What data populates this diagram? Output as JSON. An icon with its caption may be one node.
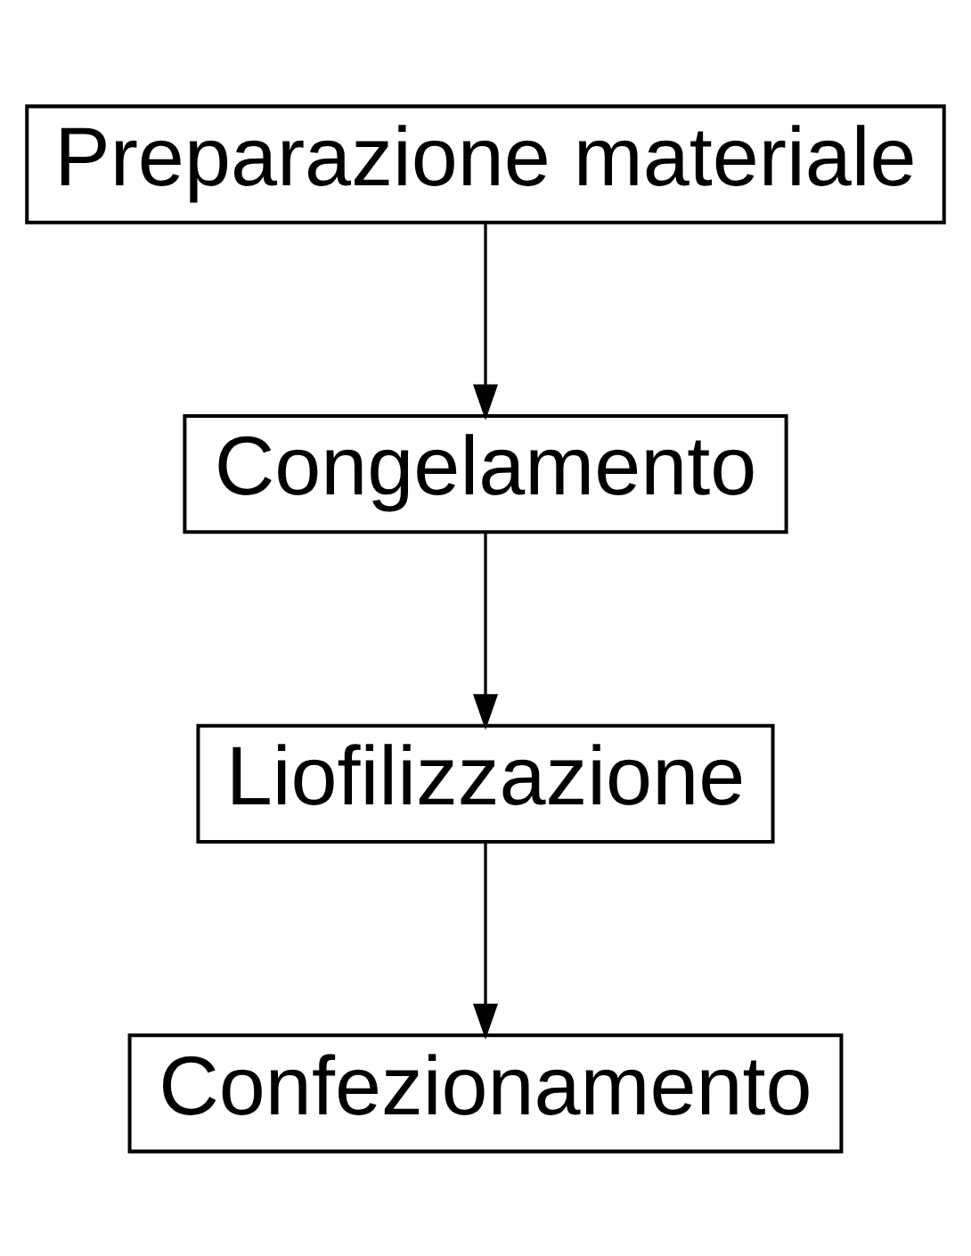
{
  "diagram": {
    "nodes": [
      {
        "text": [
          "Preparazione materiale"
        ]
      },
      {
        "text": [
          "Congelamento"
        ]
      },
      {
        "text": [
          "Liofilizzazione"
        ]
      },
      {
        "text": [
          "Confezionamento"
        ]
      }
    ],
    "edges": [
      {
        "from": 0,
        "to": 1,
        "arrow": "to"
      },
      {
        "from": 1,
        "to": 2,
        "arrow": "to"
      },
      {
        "from": 2,
        "to": 3,
        "arrow": "to"
      }
    ]
  }
}
